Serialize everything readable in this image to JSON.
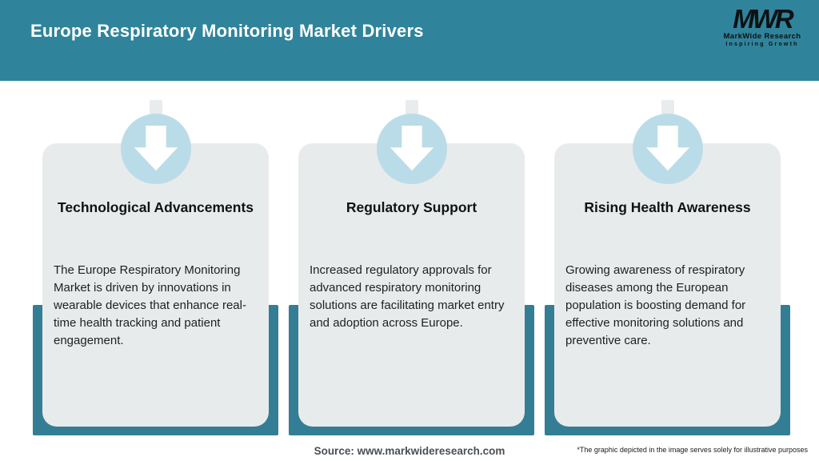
{
  "header": {
    "title": "Europe Respiratory Monitoring Market Drivers",
    "logo": {
      "acronym": "MWR",
      "name": "MarkWide Research",
      "tagline": "Inspiring Growth"
    }
  },
  "cards": [
    {
      "title": "Technological Advancements",
      "description": "The Europe Respiratory Monitoring Market is driven by innovations in wearable devices that enhance real-time health tracking and patient engagement."
    },
    {
      "title": "Regulatory Support",
      "description": "Increased regulatory approvals for advanced respiratory monitoring solutions are facilitating market entry and adoption across Europe."
    },
    {
      "title": "Rising Health Awareness",
      "description": "Growing awareness of respiratory diseases among the European population is boosting demand for effective monitoring solutions and preventive care."
    }
  ],
  "footer": {
    "source": "Source: www.markwideresearch.com",
    "disclaimer": "*The graphic depicted in the image serves solely for illustrative purposes"
  },
  "colors": {
    "header_bg": "#2F849B",
    "shadow_band": "#337E95",
    "icon_circle": "#BADCE8",
    "card_bg": "#E8EBEC",
    "arrow": "#FFFFFF"
  },
  "icons": {
    "card_icon": "down-arrow-icon"
  }
}
